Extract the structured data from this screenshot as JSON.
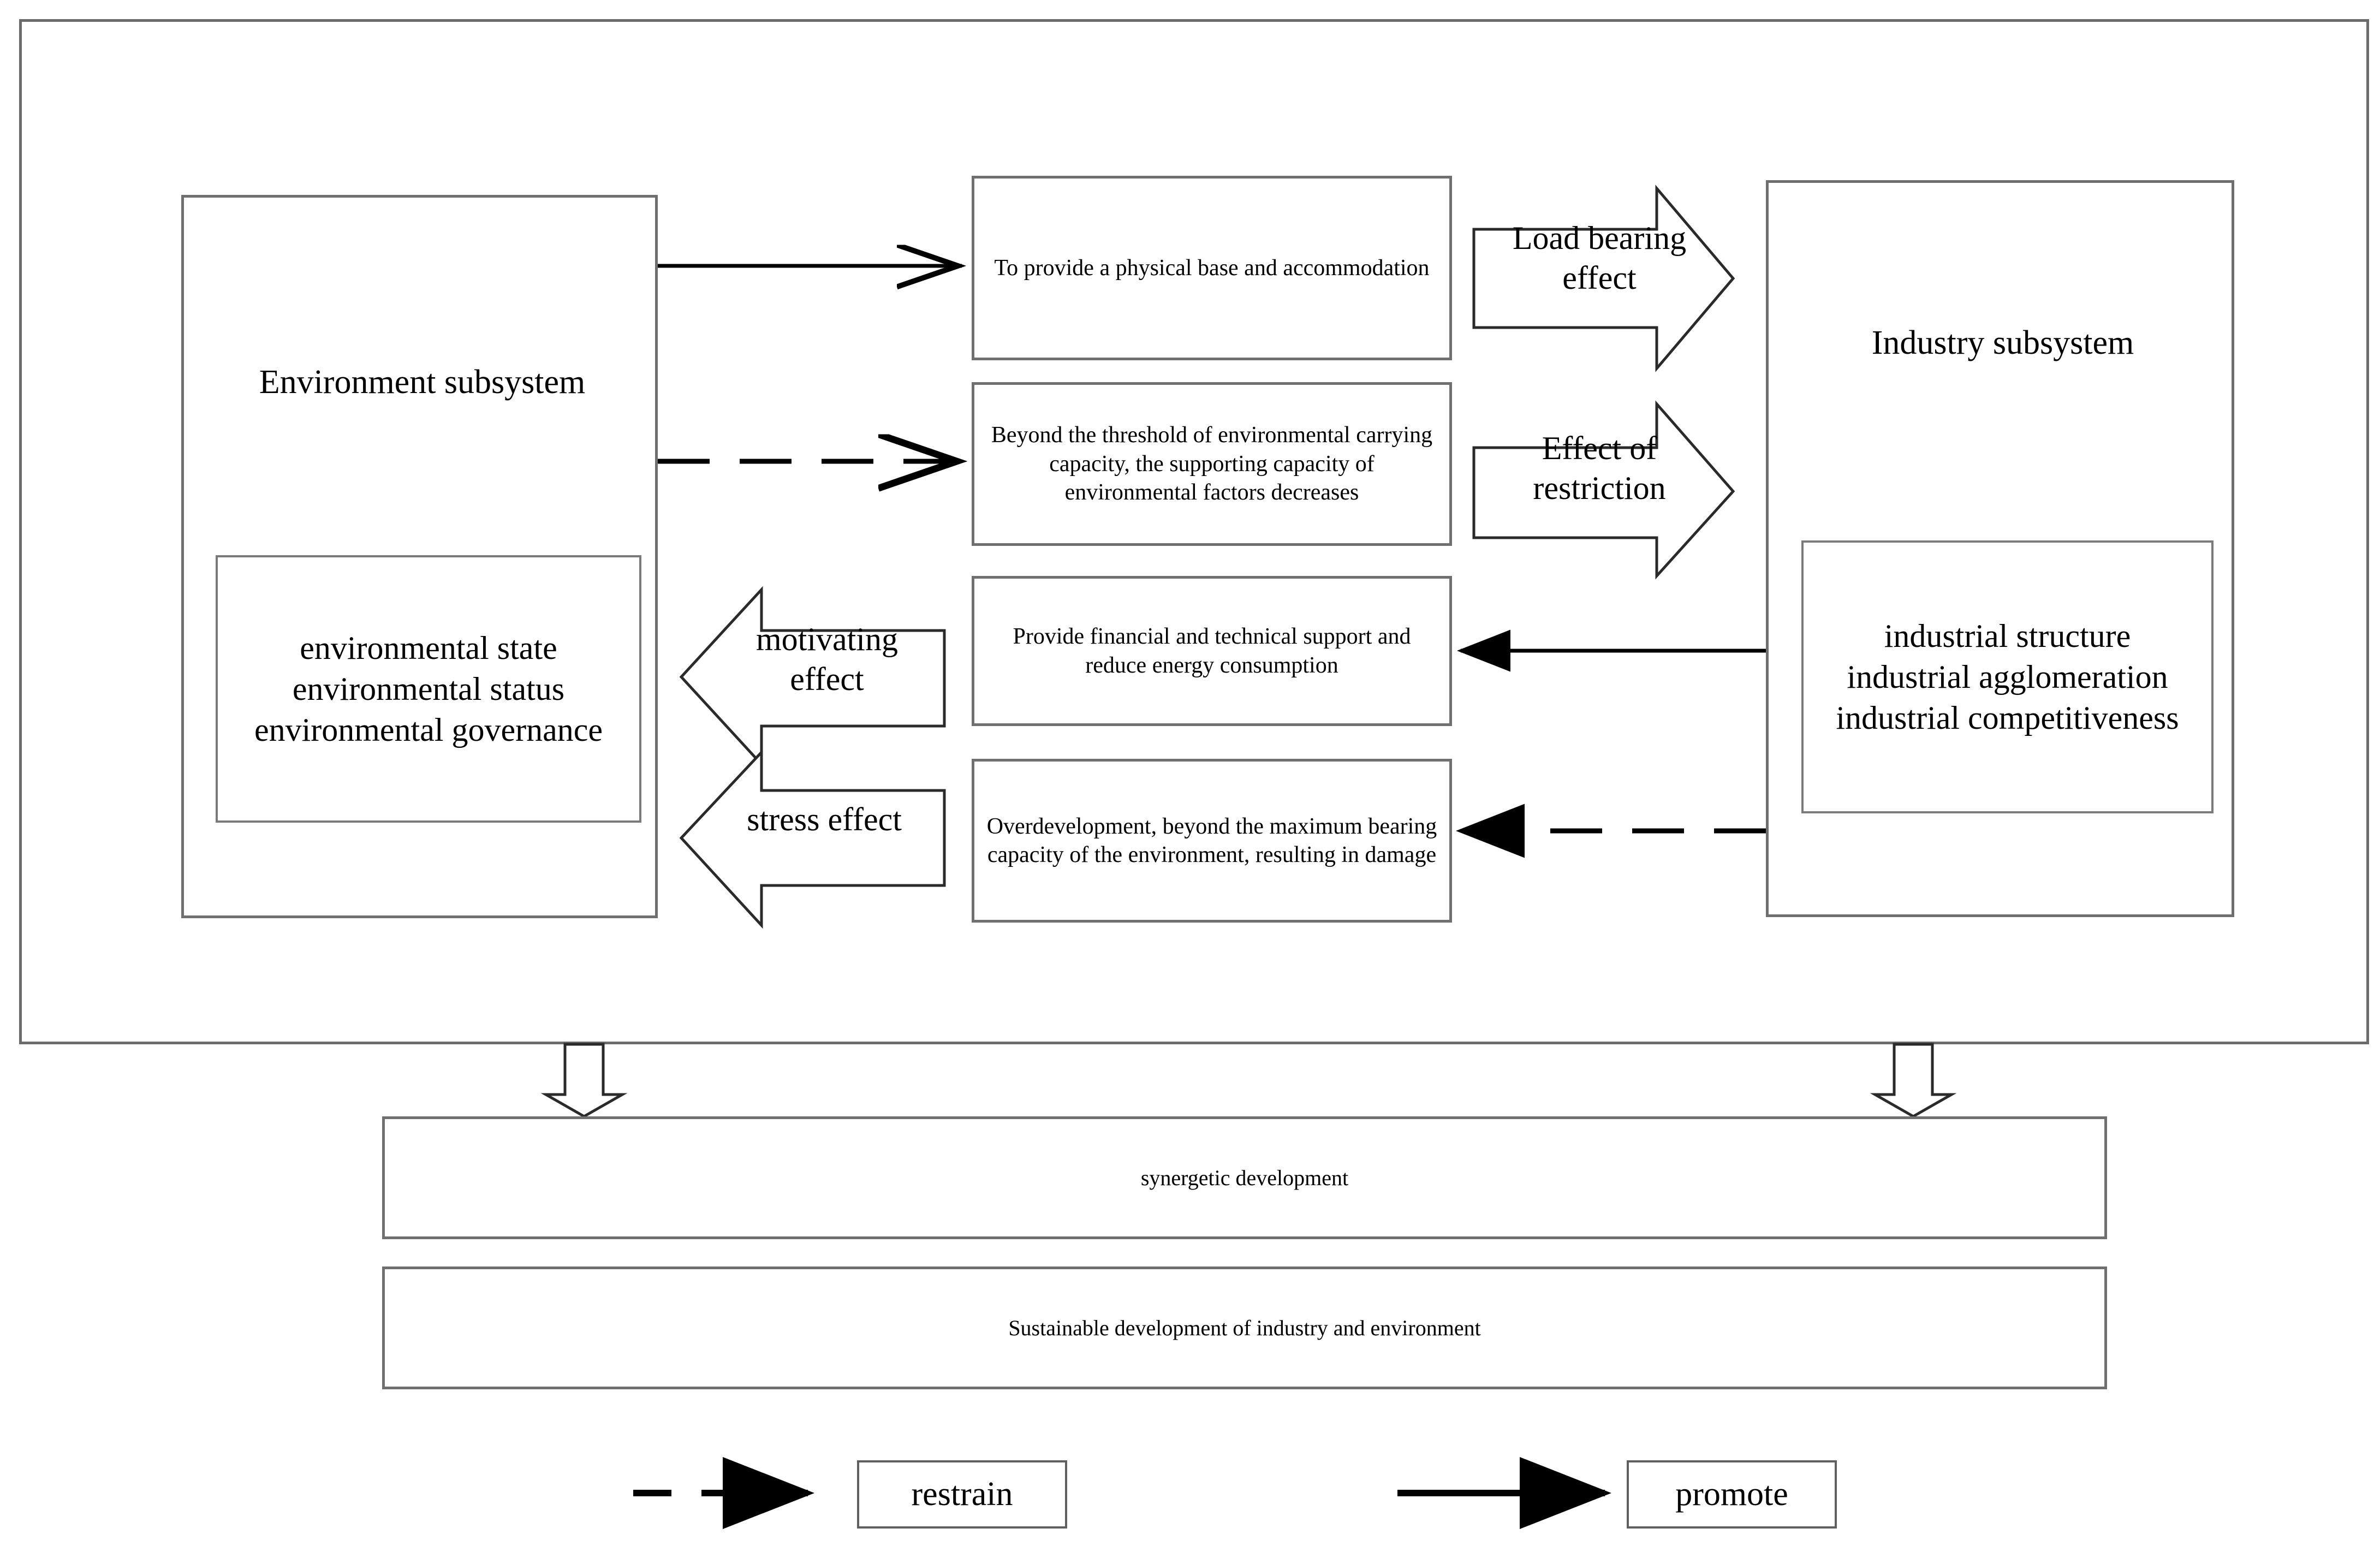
{
  "diagram": {
    "title_present": false,
    "left_subsystem": {
      "label": "Environment subsystem",
      "indicators": "environmental state\nenvironmental status\nenvironmental governance"
    },
    "right_subsystem": {
      "label": "Industry subsystem",
      "indicators": "industrial structure\nindustrial agglomeration\nindustrial competitiveness"
    },
    "middle_boxes": [
      {
        "text": "To provide a physical base and accommodation"
      },
      {
        "text": "Beyond the threshold of environmental carrying capacity, the supporting capacity of environmental factors decreases"
      },
      {
        "text": "Provide financial and technical support and reduce energy consumption"
      },
      {
        "text": "Overdevelopment, beyond the maximum bearing capacity of the environment, resulting in damage"
      }
    ],
    "block_arrows_right": [
      {
        "label": "Load bearing\neffect"
      },
      {
        "label": "Effect of\nrestriction"
      }
    ],
    "block_arrows_left": [
      {
        "label": "motivating\neffect"
      },
      {
        "label": "stress effect"
      }
    ],
    "outcome_bars": [
      {
        "text": "synergetic development"
      },
      {
        "text": "Sustainable development of industry and environment"
      }
    ],
    "legend": [
      {
        "line_style": "dashed",
        "label": "restrain"
      },
      {
        "line_style": "solid",
        "label": "promote"
      }
    ],
    "colors": {
      "stroke": "#6f6f6f",
      "line": "#000000",
      "background": "#ffffff"
    }
  }
}
